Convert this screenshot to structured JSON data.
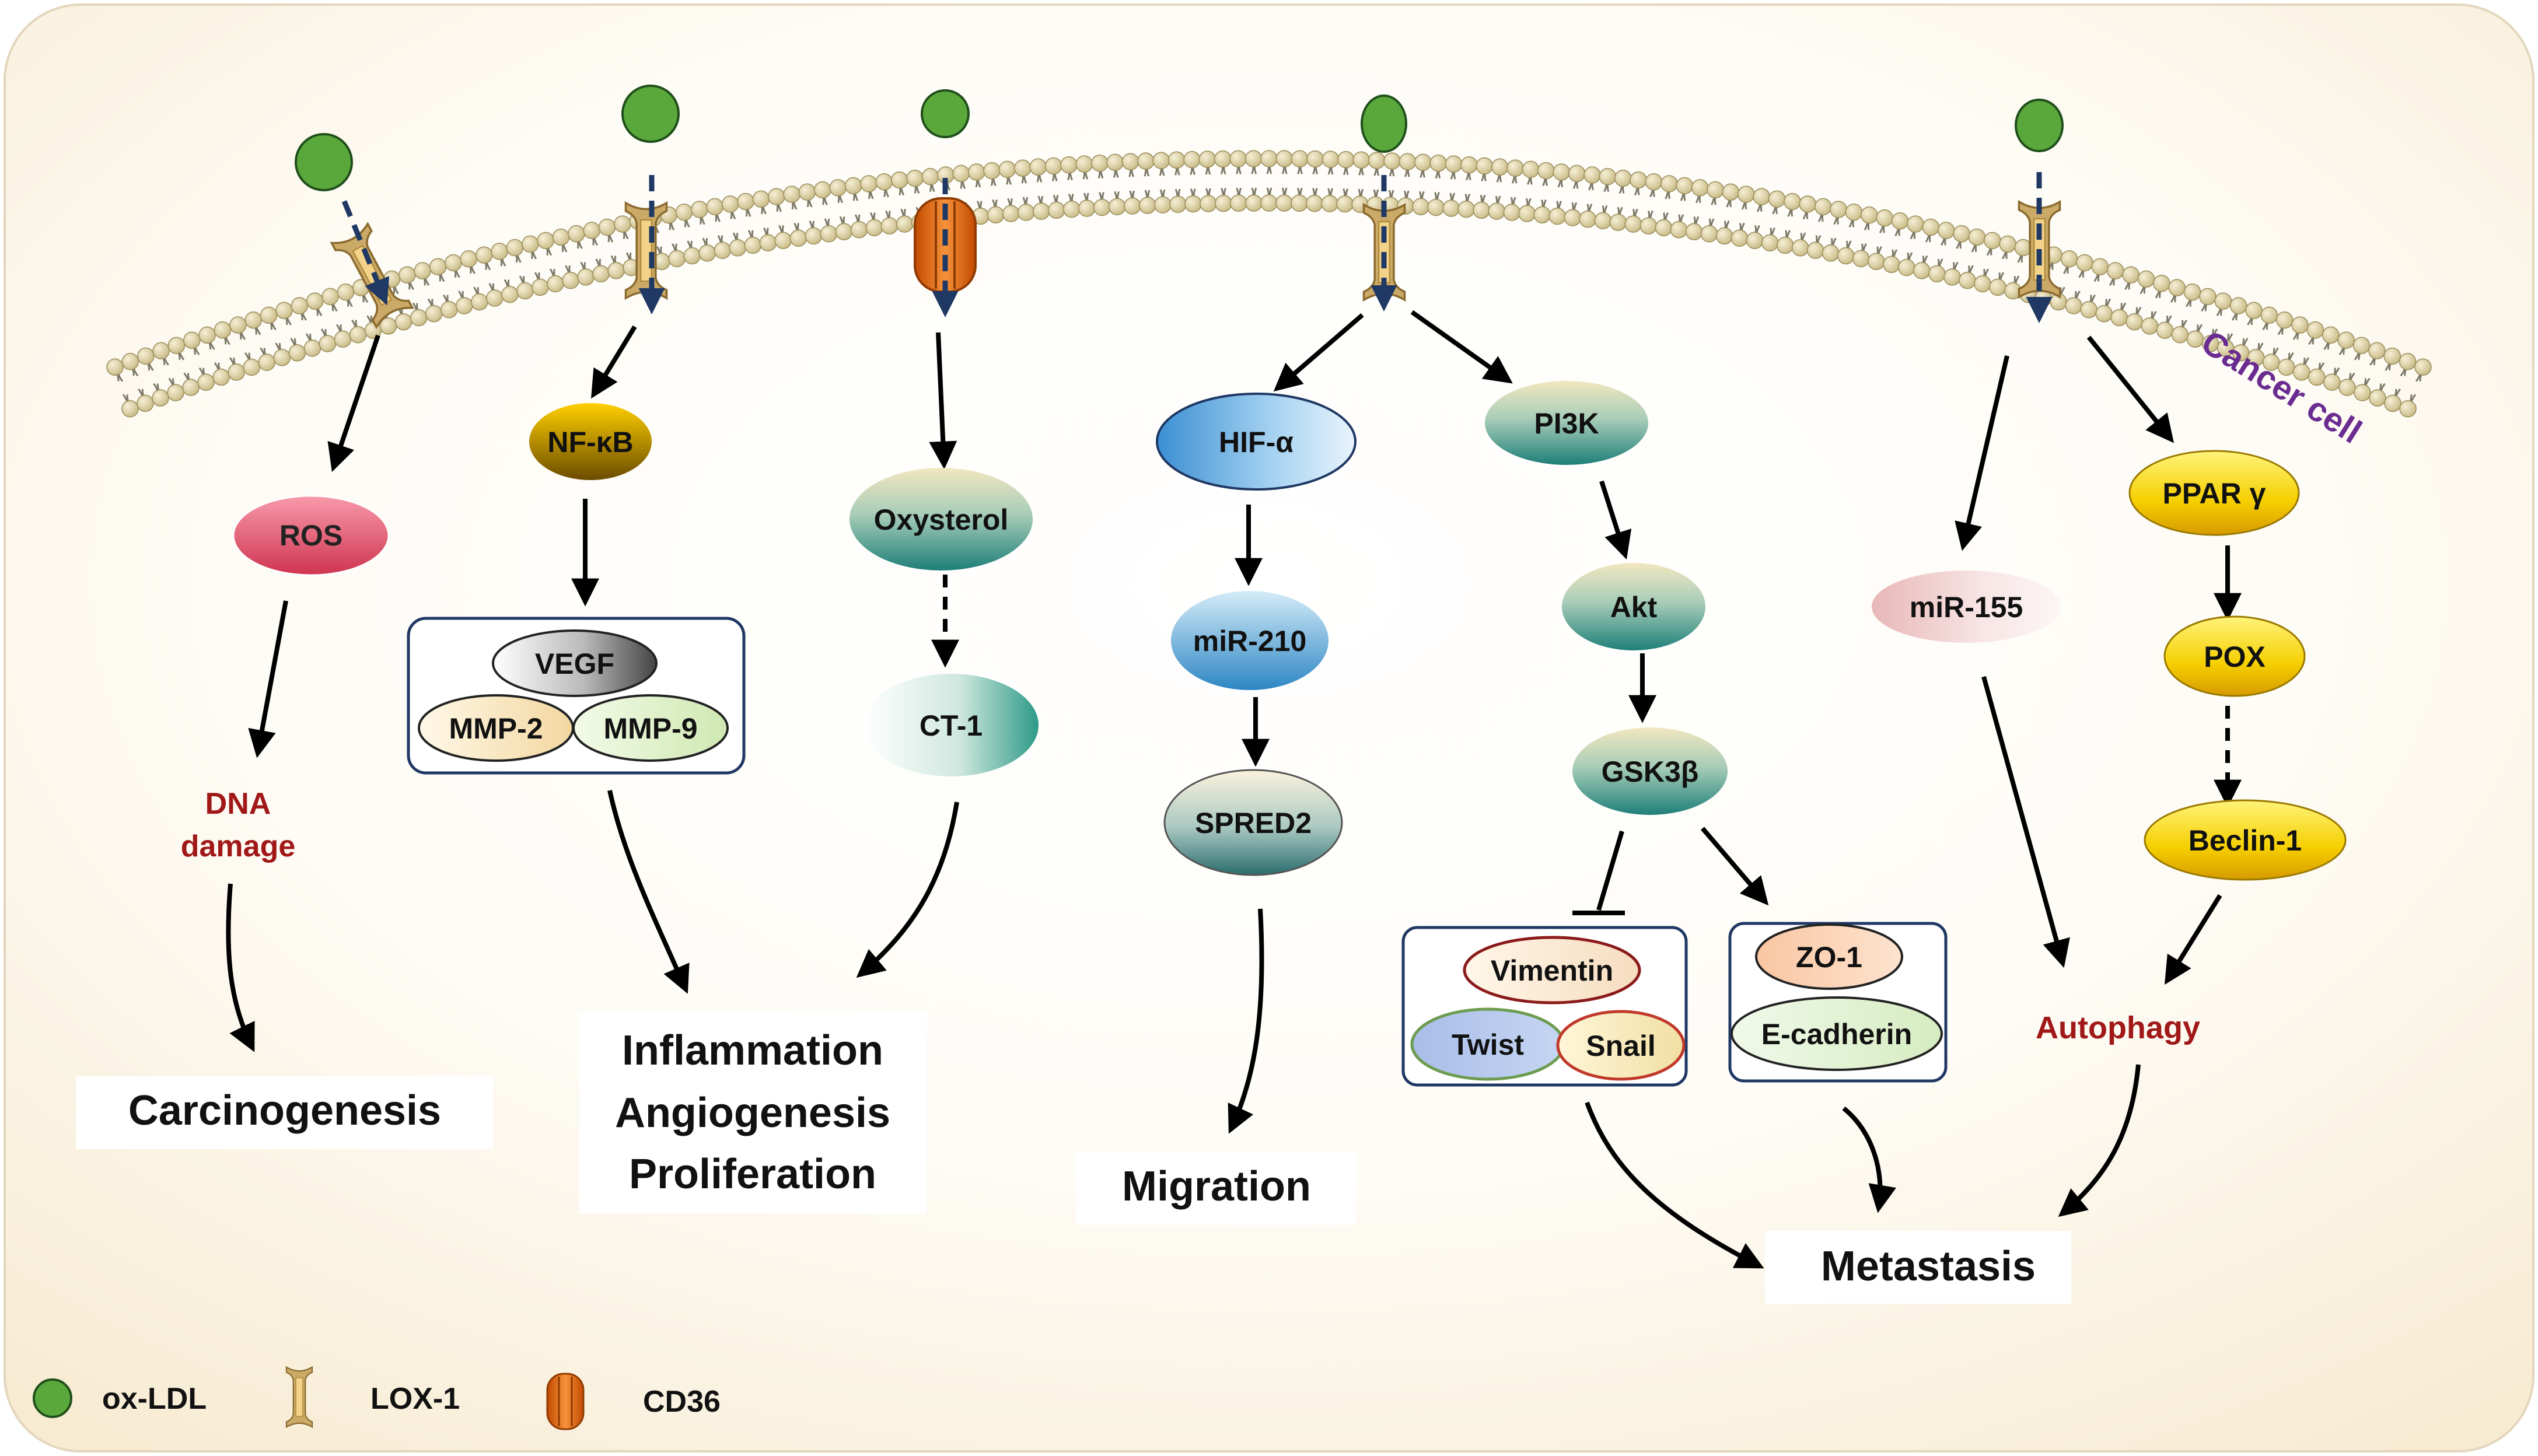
{
  "labels": {
    "cancer_cell": "Cancer cell"
  },
  "nodes": {
    "ros": "ROS",
    "nfkb": "NF-κB",
    "oxysterol": "Oxysterol",
    "ct1": "CT-1",
    "vegf": "VEGF",
    "mmp2": "MMP-2",
    "mmp9": "MMP-9",
    "hif": "HIF-α",
    "mir210": "miR-210",
    "spred2": "SPRED2",
    "pi3k": "PI3K",
    "akt": "Akt",
    "gsk3b": "GSK3β",
    "vimentin": "Vimentin",
    "twist": "Twist",
    "snail": "Snail",
    "zo1": "ZO-1",
    "ecadherin": "E-cadherin",
    "mir155": "miR-155",
    "ppar": "PPAR γ",
    "pox": "POX",
    "beclin": "Beclin-1"
  },
  "outcomes": {
    "dna_line1": "DNA",
    "dna_line2": "damage",
    "carcinogenesis": "Carcinogenesis",
    "inflammation": "Inflammation",
    "angiogenesis": "Angiogenesis",
    "proliferation": "Proliferation",
    "migration": "Migration",
    "metastasis": "Metastasis",
    "autophagy": "Autophagy"
  },
  "legend": {
    "oxldl": "ox-LDL",
    "lox1": "LOX-1",
    "cd36": "CD36"
  },
  "colors": {
    "background": "#fdf5e6",
    "oxldl": "#5aa83c",
    "lox1": "#c8a96a",
    "cd36": "#e8782a",
    "outcome_red": "#a01818",
    "cancer_cell_label": "#6b2c91"
  }
}
